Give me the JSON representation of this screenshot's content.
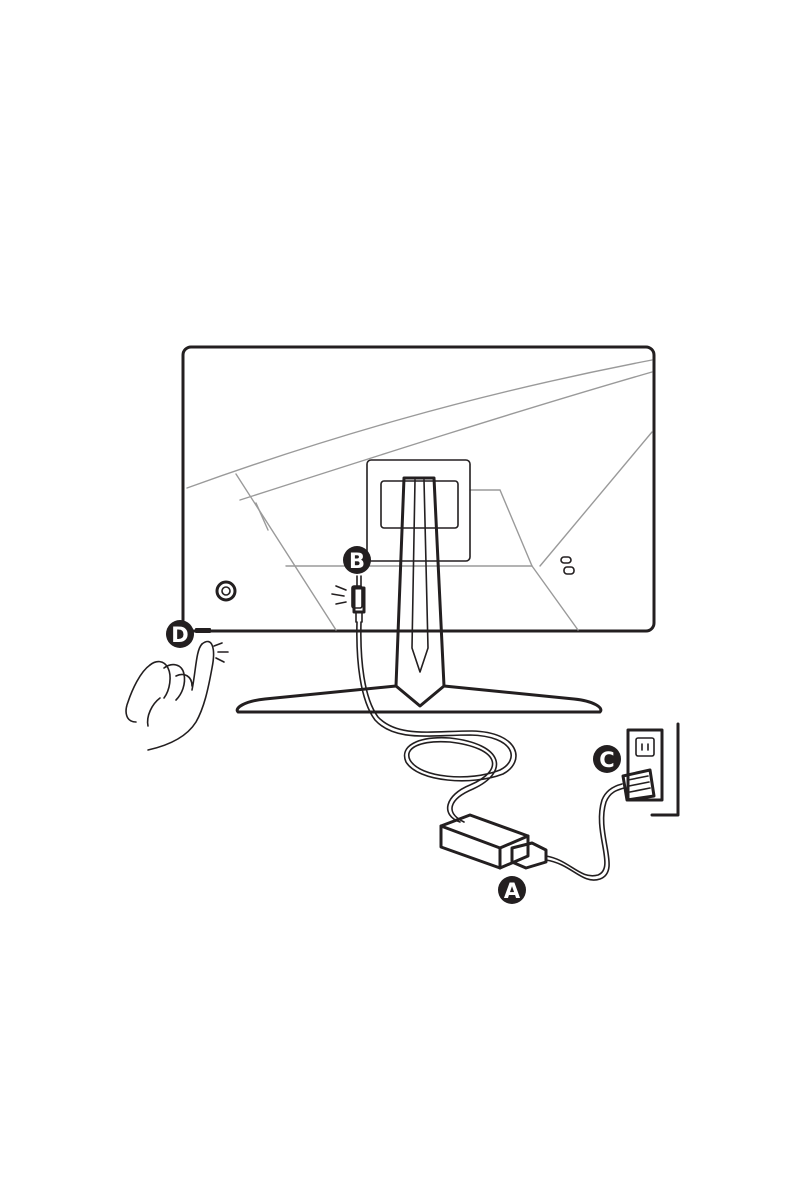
{
  "callouts": {
    "a": "A",
    "b": "B",
    "c": "C",
    "d": "D"
  },
  "colors": {
    "line": "#231f20",
    "guide": "#9a9a9a",
    "background": "#ffffff"
  }
}
